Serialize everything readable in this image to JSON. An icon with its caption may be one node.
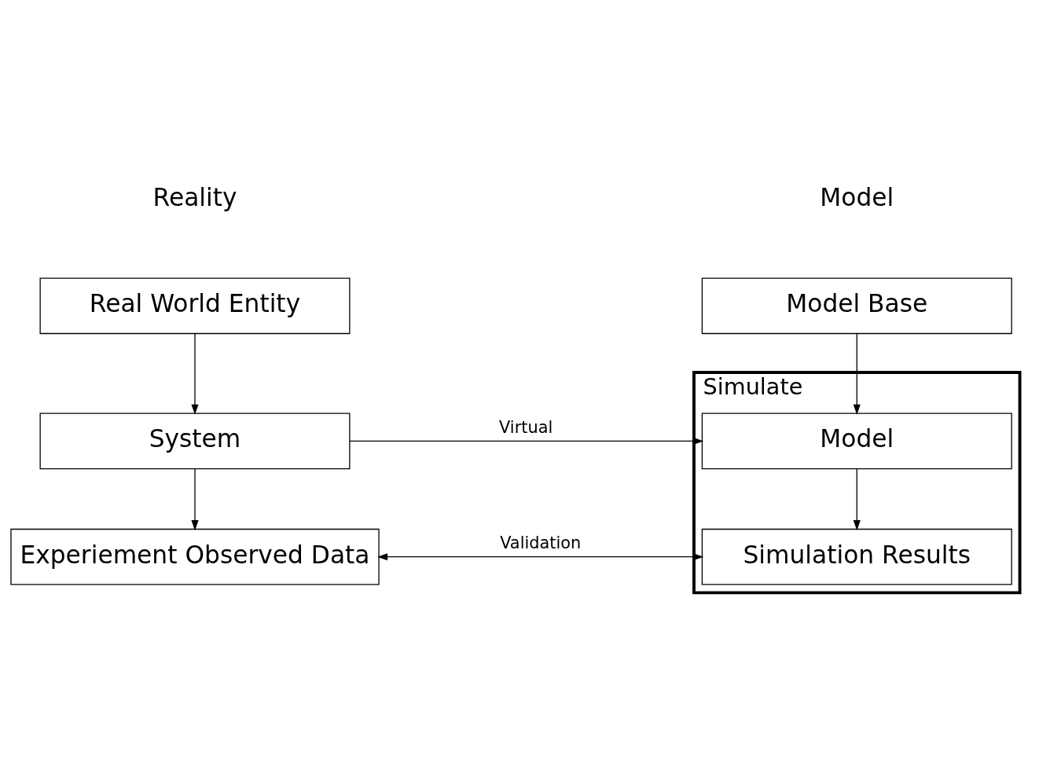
{
  "diagram": {
    "nodes": [
      {
        "text": [
          "Real World Entity"
        ]
      },
      {
        "text": [
          "System"
        ]
      },
      {
        "text": [
          "Experiement Observed Data"
        ]
      },
      {
        "text": [
          "Simulate"
        ]
      },
      {
        "text": [
          "Model Base"
        ]
      },
      {
        "text": [
          "Model"
        ],
        "in": 3
      },
      {
        "text": [
          "Simulation Results"
        ],
        "in": 3
      }
    ],
    "edges": [
      {
        "from": 0,
        "to": 1,
        "arrow": "to"
      },
      {
        "from": 1,
        "to": 2,
        "arrow": "to"
      },
      {
        "from": 4,
        "to": 5,
        "arrow": "to"
      },
      {
        "from": 5,
        "to": 6,
        "arrow": "to"
      },
      {
        "from": 1,
        "to": 5,
        "arrow": "to",
        "label": "Virtual"
      },
      {
        "from": 2,
        "to": 6,
        "arrow": "both",
        "label": "Validation"
      }
    ],
    "labels": [
      "Reality",
      "Model"
    ]
  }
}
